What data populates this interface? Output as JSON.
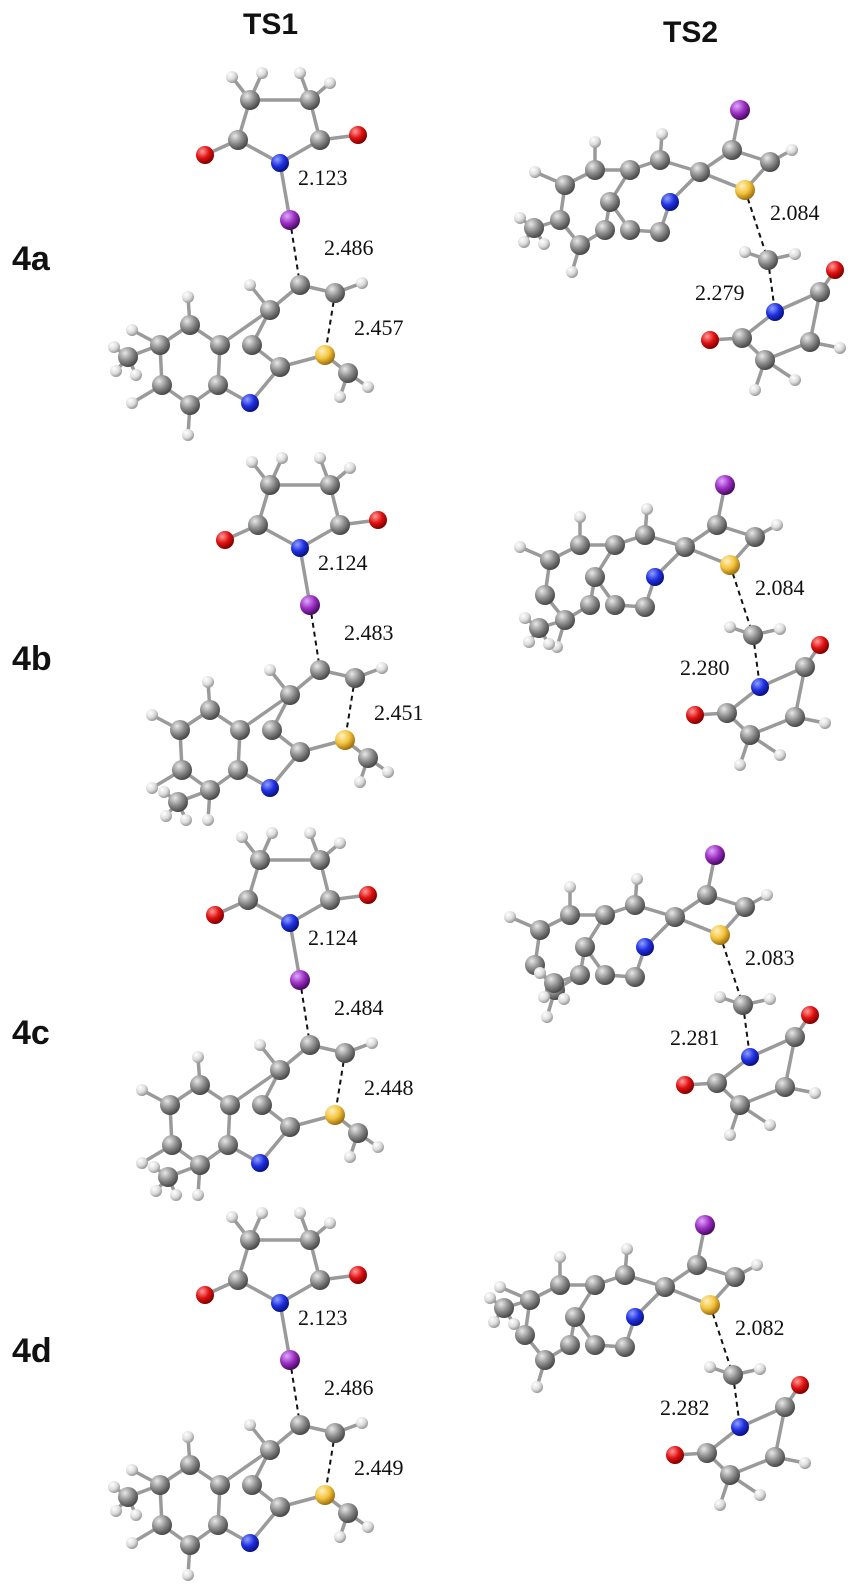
{
  "columns": [
    "TS1",
    "TS2"
  ],
  "rows": [
    {
      "label": "4a",
      "ts1": {
        "n_i": "2.123",
        "i_c": "2.486",
        "c_s": "2.457"
      },
      "ts2": {
        "s_c": "2.084",
        "c_n": "2.279"
      }
    },
    {
      "label": "4b",
      "ts1": {
        "n_i": "2.124",
        "i_c": "2.483",
        "c_s": "2.451"
      },
      "ts2": {
        "s_c": "2.084",
        "c_n": "2.280"
      }
    },
    {
      "label": "4c",
      "ts1": {
        "n_i": "2.124",
        "i_c": "2.484",
        "c_s": "2.448"
      },
      "ts2": {
        "s_c": "2.083",
        "c_n": "2.281"
      }
    },
    {
      "label": "4d",
      "ts1": {
        "n_i": "2.123",
        "i_c": "2.486",
        "c_s": "2.449"
      },
      "ts2": {
        "s_c": "2.082",
        "c_n": "2.282"
      }
    }
  ],
  "atom_colors": {
    "carbon": "#8c8c8c",
    "hydrogen": "#e6e6e6",
    "nitrogen": "#2030e0",
    "oxygen": "#e01010",
    "sulfur": "#f2c33a",
    "iodine": "#9a2fc0"
  }
}
